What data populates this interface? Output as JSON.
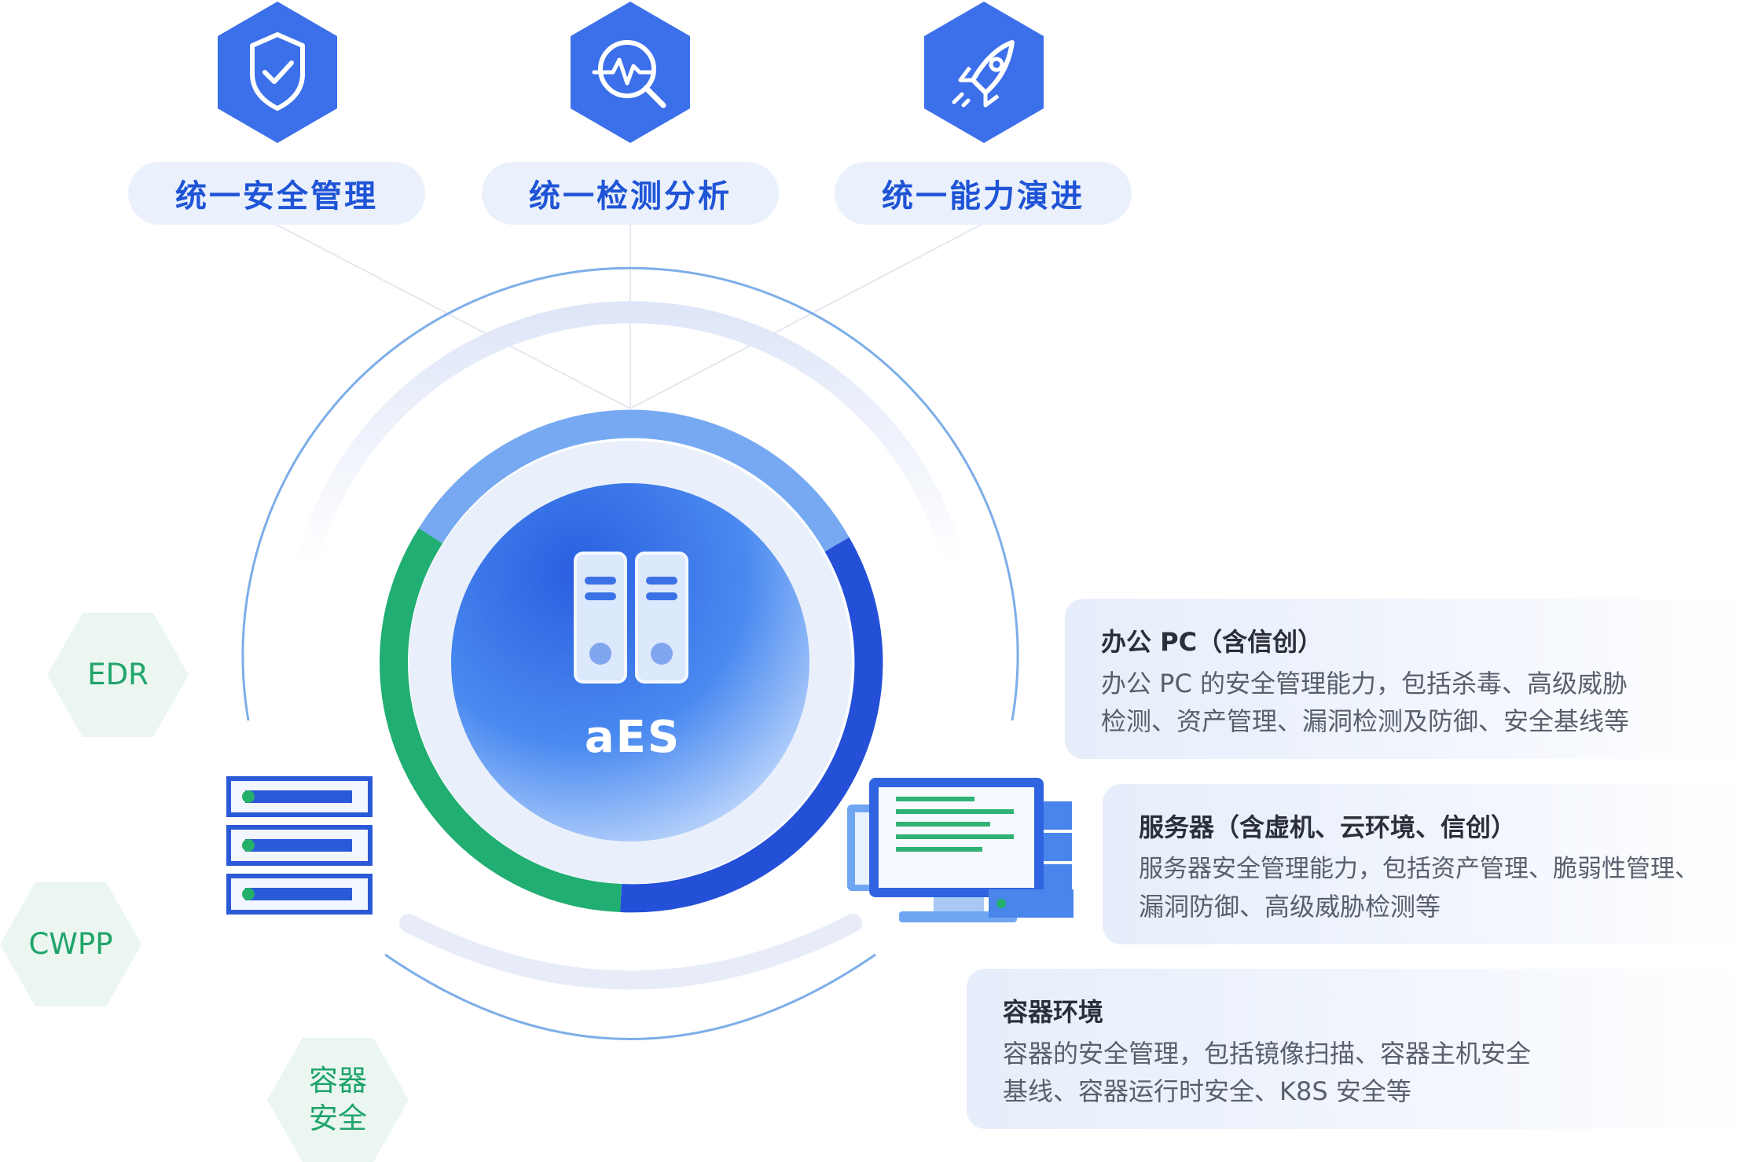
{
  "top_pills": [
    {
      "label": "统一安全管理",
      "icon": "shield-check-icon"
    },
    {
      "label": "统一检测分析",
      "icon": "search-pulse-icon"
    },
    {
      "label": "统一能力演进",
      "icon": "rocket-icon"
    }
  ],
  "center": {
    "label": "aES",
    "icon": "server-pair-icon"
  },
  "left_hexes": [
    {
      "label": "EDR"
    },
    {
      "label": "CWPP"
    },
    {
      "label_line1": "容器",
      "label_line2": "安全"
    }
  ],
  "cards": [
    {
      "title": "办公 PC（含信创）",
      "line1": "办公 PC 的安全管理能力，包括杀毒、高级威胁",
      "line2": "检测、资产管理、漏洞检测及防御、安全基线等"
    },
    {
      "title": "服务器（含虚机、云环境、信创）",
      "line1": "服务器安全管理能力，包括资产管理、脆弱性管理、",
      "line2": "漏洞防御、高级威胁检测等"
    },
    {
      "title": "容器环境",
      "line1": "容器的安全管理，包括镜像扫描、容器主机安全",
      "line2": "基线、容器运行时安全、K8S 安全等"
    }
  ],
  "colors": {
    "accent_blue": "#1f54d6",
    "ring_green": "#21ae72",
    "ring_dark_blue": "#2450d8",
    "ring_light_blue": "#76a9f2"
  }
}
